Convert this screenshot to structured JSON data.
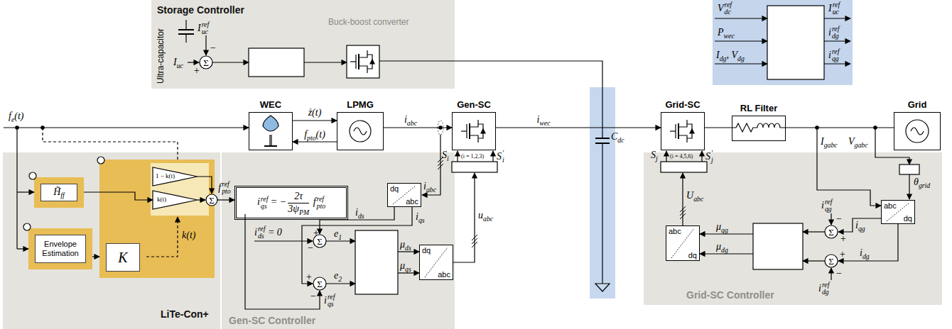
{
  "diagram": {
    "nodes": [
      {
        "text": [
          "Storage Controller"
        ]
      },
      {
        "text": [
          "WEC"
        ]
      },
      {
        "text": [
          "LPMG"
        ]
      },
      {
        "text": [
          "Gen-SC"
        ]
      },
      {
        "text": [
          "C_{dc}"
        ]
      },
      {
        "text": [
          "Grid-SC"
        ]
      },
      {
        "text": [
          "RL Filter"
        ]
      },
      {
        "text": [
          "Grid"
        ]
      },
      {
        "text": [
          "LiTe-Con+"
        ]
      },
      {
        "text": [
          "H̃_{ff}"
        ],
        "in": 8
      },
      {
        "text": [
          "Envelope Estimation"
        ],
        "in": 8
      },
      {
        "text": [
          "K"
        ],
        "in": 8
      },
      {
        "text": [
          "Gen-SC Controller"
        ]
      },
      {
        "text": [
          "i_{qs}^{ref} = −\\frac{2τ}{3ψ_{PM}} f_{pto}^{ref}"
        ],
        "in": 12
      },
      {
        "text": [
          "dq",
          "abc"
        ],
        "in": 12
      },
      {
        "text": [
          "dq",
          "abc"
        ],
        "in": 12
      },
      {
        "text": [
          "Grid-SC Controller"
        ]
      },
      {
        "text": [
          "abc",
          "dq"
        ],
        "in": 16
      },
      {
        "text": [
          "abc",
          "dq"
        ],
        "in": 16
      }
    ],
    "edges": [
      {
        "from": 1,
        "to": 2,
        "label": "ż(t)",
        "arrow": "to"
      },
      {
        "from": 2,
        "to": 1,
        "label": "f_{pto}(t)",
        "arrow": "to"
      },
      {
        "from": 2,
        "to": 3,
        "label": "i_{abc}",
        "arrow": "to"
      },
      {
        "from": 3,
        "to": 5,
        "label": "i_{wec}",
        "arrow": "to"
      },
      {
        "from": 0,
        "to": 4,
        "arrow": "none"
      },
      {
        "from": 5,
        "to": 6,
        "arrow": "none"
      },
      {
        "from": 6,
        "to": 7,
        "arrow": "none"
      },
      {
        "from": 10,
        "to": 11,
        "arrow": "to"
      },
      {
        "from": 8,
        "to": 13,
        "label": "f_{pto}^{ref}",
        "arrow": "to"
      }
    ],
    "labels": [
      "Ultra-capacitor",
      "I_{uc}",
      "I_{uc}^{ref}",
      "Σ",
      "−",
      "+",
      "Buck-boost converter",
      "V_{dc}^{ref}",
      "P_{wec}",
      "I_{dg}, V_{dg}",
      "I_{uc}^{ref}",
      "i_{dg}^{ref}",
      "i_{qg}^{ref}",
      "f_{e}(t)",
      "1 − k(t)",
      "k(t)",
      "Σ",
      "k(t)",
      "i_{abc}",
      "i_{ds}",
      "i_{qs}",
      "i_{ds}^{ref} = 0",
      "Σ",
      "+",
      "−",
      "Σ",
      "+",
      "−",
      "e_{1}",
      "e_{2}",
      "i_{qs}^{ref}",
      "μ_{ds}",
      "μ_{qs}",
      "u_{abc}",
      "S_{i}",
      "(i = 1,2,3)",
      "S_{i}^{′}",
      "S_{j}",
      "(i = 4,5,6)",
      "S_{j}^{′}",
      "U_{abc}",
      "I_{gabc}",
      "V_{gabc}",
      "θ_{grid}",
      "i_{qg}^{ref}",
      "Σ",
      "−",
      "+",
      "i_{qg}",
      "Σ",
      "+",
      "−",
      "i_{dg}",
      "i_{dg}^{ref}",
      "μ_{qg}",
      "μ_{dg}"
    ]
  }
}
